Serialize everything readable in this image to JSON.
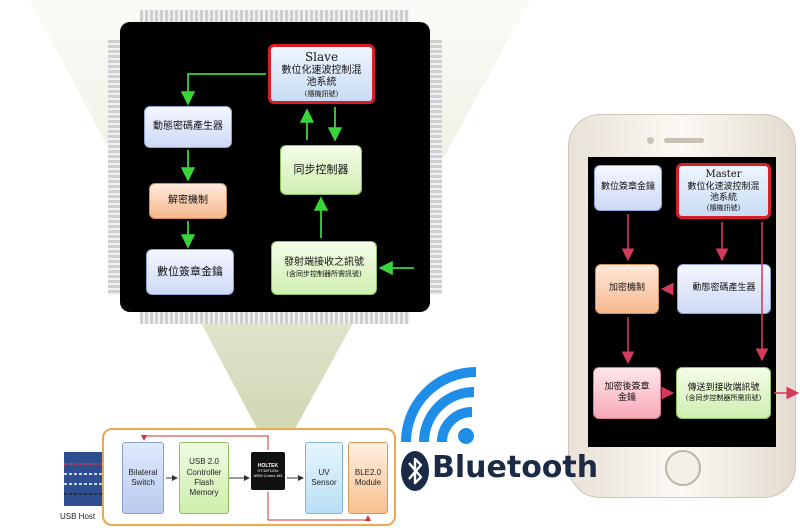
{
  "chip": {
    "slave": {
      "line1": "Slave",
      "line2": "數位化速波控制混",
      "line3": "池系統",
      "line4": "(隨機訊號)"
    },
    "dynamic_code": "動態密碼產生器",
    "decrypt": "解密機制",
    "digital_key": "數位簽章金鑰",
    "sync": "同步控制器",
    "transmit": {
      "line1": "發射端接收之訊號",
      "line2": "(含同步控制器所需訊號)"
    }
  },
  "phone": {
    "digital_key": "數位簽章金鑰",
    "master": {
      "line1": "Master",
      "line2": "數位化速波控制混",
      "line3": "池系統",
      "line4": "(隨機訊號)"
    },
    "encrypt": "加密機制",
    "dynamic_code": "動態密碼產生器",
    "enc_key": {
      "line1": "加密後簽章",
      "line2": "金鑰"
    },
    "send": {
      "line1": "傳送到接收端訊號",
      "line2": "(含同步控制器所需訊號)"
    }
  },
  "board": {
    "bilateral": {
      "line1": "Bilateral",
      "line2": "Switch"
    },
    "usb": {
      "line1": "USB 2.0",
      "line2": "Controller",
      "line3": "Flash",
      "line4": "Memory"
    },
    "mcu": {
      "line1": "HOLTEK",
      "line2": "HT32F125x",
      "line3": "ARM Cortex-M3"
    },
    "uv": {
      "line1": "UV",
      "line2": "Sensor"
    },
    "ble": {
      "line1": "BLE2.0",
      "line2": "Module"
    },
    "usb_host": "USB Host"
  },
  "bluetooth": {
    "wordmark": "Bluetooth",
    "icon": "bluetooth-icon",
    "signal_icon": "wifi-signal-icon"
  }
}
